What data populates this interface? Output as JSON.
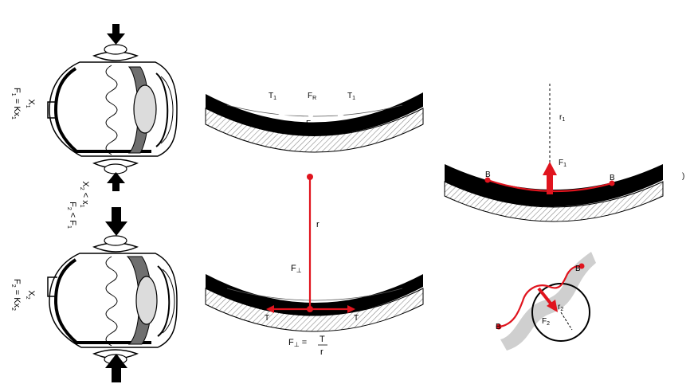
{
  "colors": {
    "ink": "#000000",
    "red": "#e0141e",
    "gray": "#cfcfcf",
    "hatch": "#8a8a8a"
  },
  "eye_labels": {
    "top_x": "X",
    "top_x_sub": "1",
    "top_f": "F",
    "top_f_sub": "1",
    "top_f_eq": " = Kx",
    "top_f_eq_sub": "1",
    "mid_x": "X",
    "mid_x_sub": "2",
    "mid_x_rel": " < x",
    "mid_x_rel_sub": "1",
    "mid_f": "F",
    "mid_f_sub": "2",
    "mid_f_rel": " < F",
    "mid_f_rel_sub": "1",
    "bot_x": "X",
    "bot_x_sub": "2",
    "bot_f": "F",
    "bot_f_sub": "2",
    "bot_f_eq": " = Kx",
    "bot_f_eq_sub": "2"
  },
  "panel_top": {
    "t_left": "T",
    "t_left_sub": "1",
    "fr": "F",
    "fr_sub": "R",
    "t_right": "T",
    "t_right_sub": "1",
    "fa": "F",
    "fa_sub": "A"
  },
  "panel_bottom": {
    "r": "r",
    "f_perp": "F",
    "f_perp_sub": "⊥",
    "t_left": "T",
    "t_right": "T",
    "formula_lhs": "F",
    "formula_lhs_sub": "⊥",
    "formula_eq": " = ",
    "formula_num": "T",
    "formula_den": "r"
  },
  "panel_right_top": {
    "r1": "r",
    "r1_sub": "1",
    "f1": "F",
    "f1_sub": "1",
    "b_left": "B",
    "b_right": "B",
    "edge_mark": ")"
  },
  "panel_right_bottom": {
    "b_top": "B",
    "b_bottom": "B",
    "r2": "r",
    "r2_sub": "2",
    "f2": "F",
    "f2_sub": "2"
  }
}
